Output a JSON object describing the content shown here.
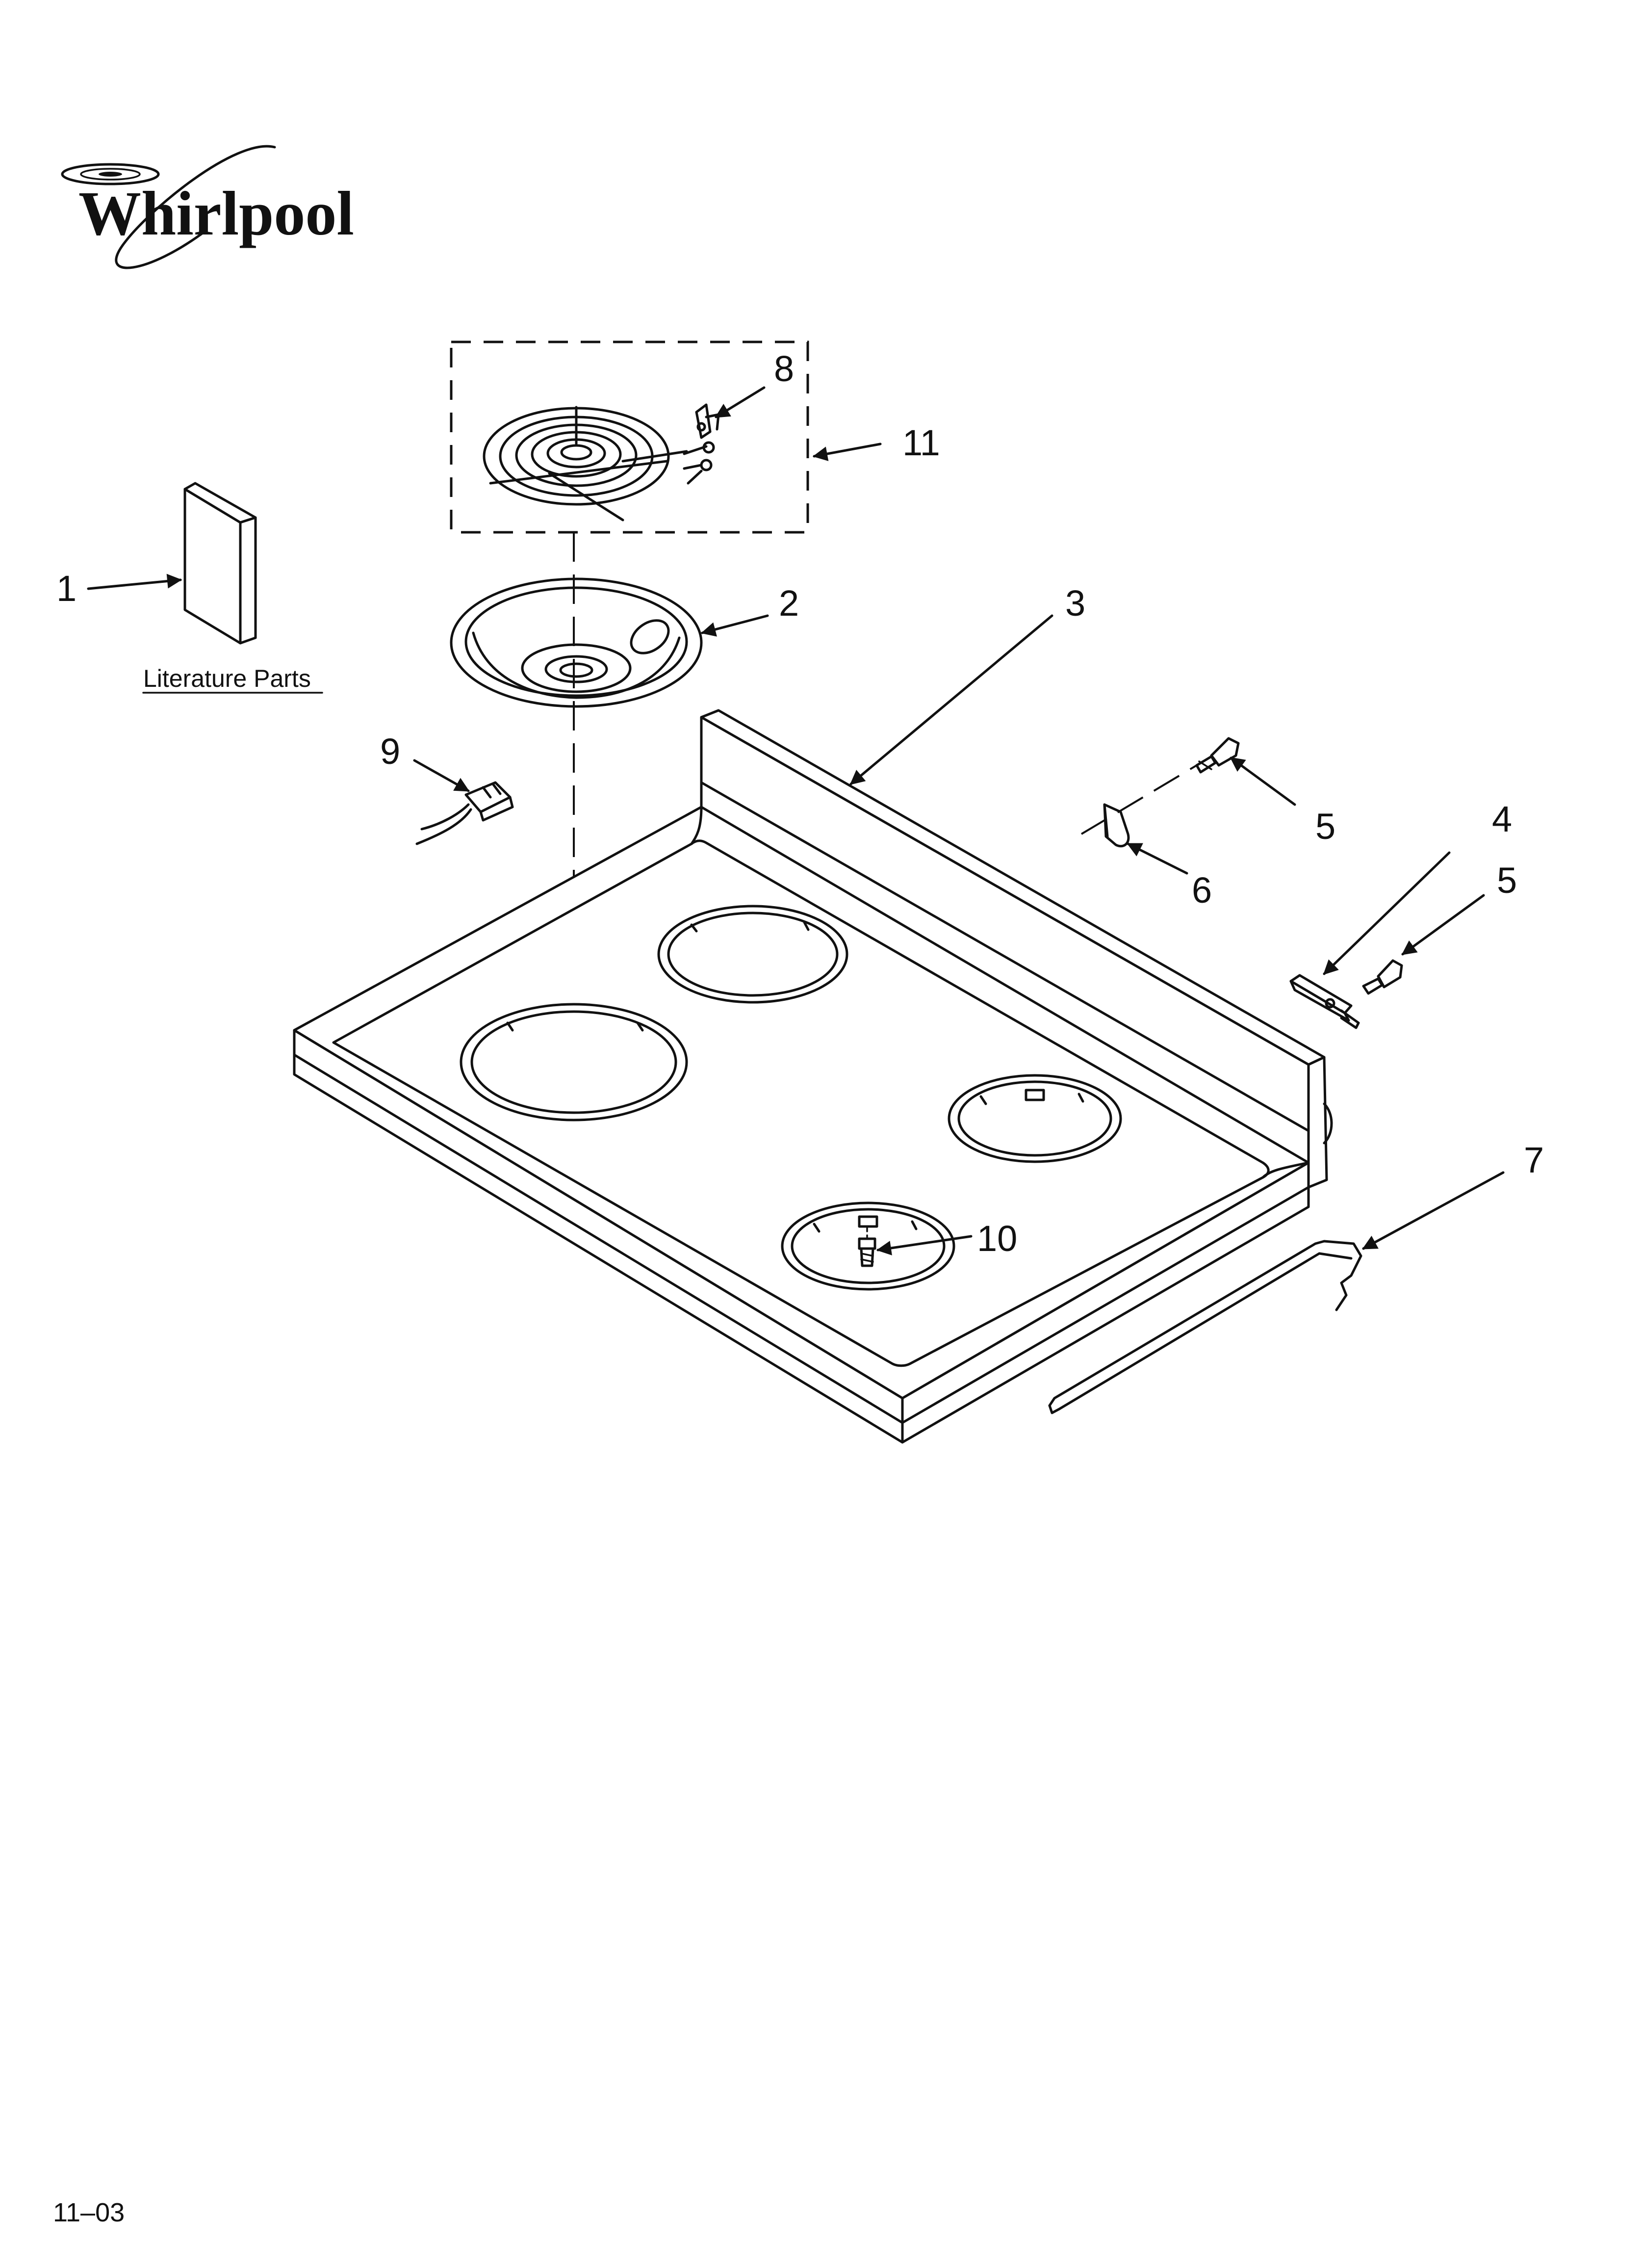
{
  "brand": {
    "logo_text": "Whirlpool"
  },
  "labels": {
    "literature_parts": "Literature Parts",
    "footer_code": "11–03"
  },
  "callouts": [
    "1",
    "2",
    "3",
    "4",
    "5",
    "5",
    "6",
    "7",
    "8",
    "9",
    "10",
    "11"
  ],
  "colors": {
    "ink": "#111111",
    "paper": "#ffffff"
  }
}
